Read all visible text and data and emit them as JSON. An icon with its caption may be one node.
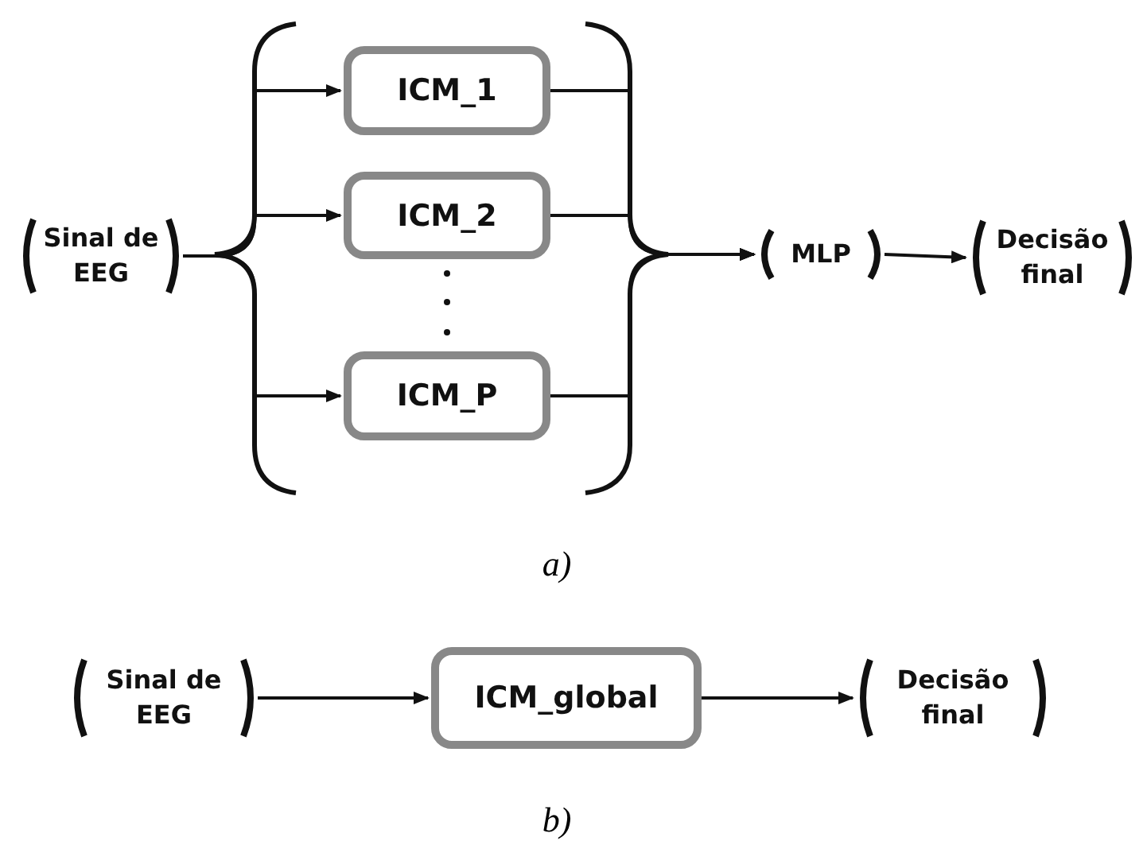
{
  "diagram": {
    "nodes": [
      {
        "text": [
          "Sinal de EEG"
        ]
      },
      {
        "text": [
          "ICM_1"
        ]
      },
      {
        "text": [
          "ICM_2"
        ]
      },
      {
        "text": [
          "ICM_P"
        ]
      },
      {
        "text": [
          "MLP"
        ]
      },
      {
        "text": [
          "Decisão final"
        ]
      },
      {
        "text": [
          "Sinal de EEG"
        ]
      },
      {
        "text": [
          "ICM_global"
        ]
      },
      {
        "text": [
          "Decisão final"
        ]
      }
    ],
    "edges": [
      {
        "from": 0,
        "to": 1,
        "arrow": "to"
      },
      {
        "from": 0,
        "to": 2,
        "arrow": "to"
      },
      {
        "from": 0,
        "to": 3,
        "arrow": "to"
      },
      {
        "from": 1,
        "to": 4,
        "arrow": "to"
      },
      {
        "from": 2,
        "to": 4,
        "arrow": "to"
      },
      {
        "from": 3,
        "to": 4,
        "arrow": "to"
      },
      {
        "from": 4,
        "to": 5,
        "arrow": "to"
      },
      {
        "from": 6,
        "to": 7,
        "arrow": "to"
      },
      {
        "from": 7,
        "to": 8,
        "arrow": "to"
      }
    ],
    "labels": [
      "a)",
      "b)"
    ]
  }
}
